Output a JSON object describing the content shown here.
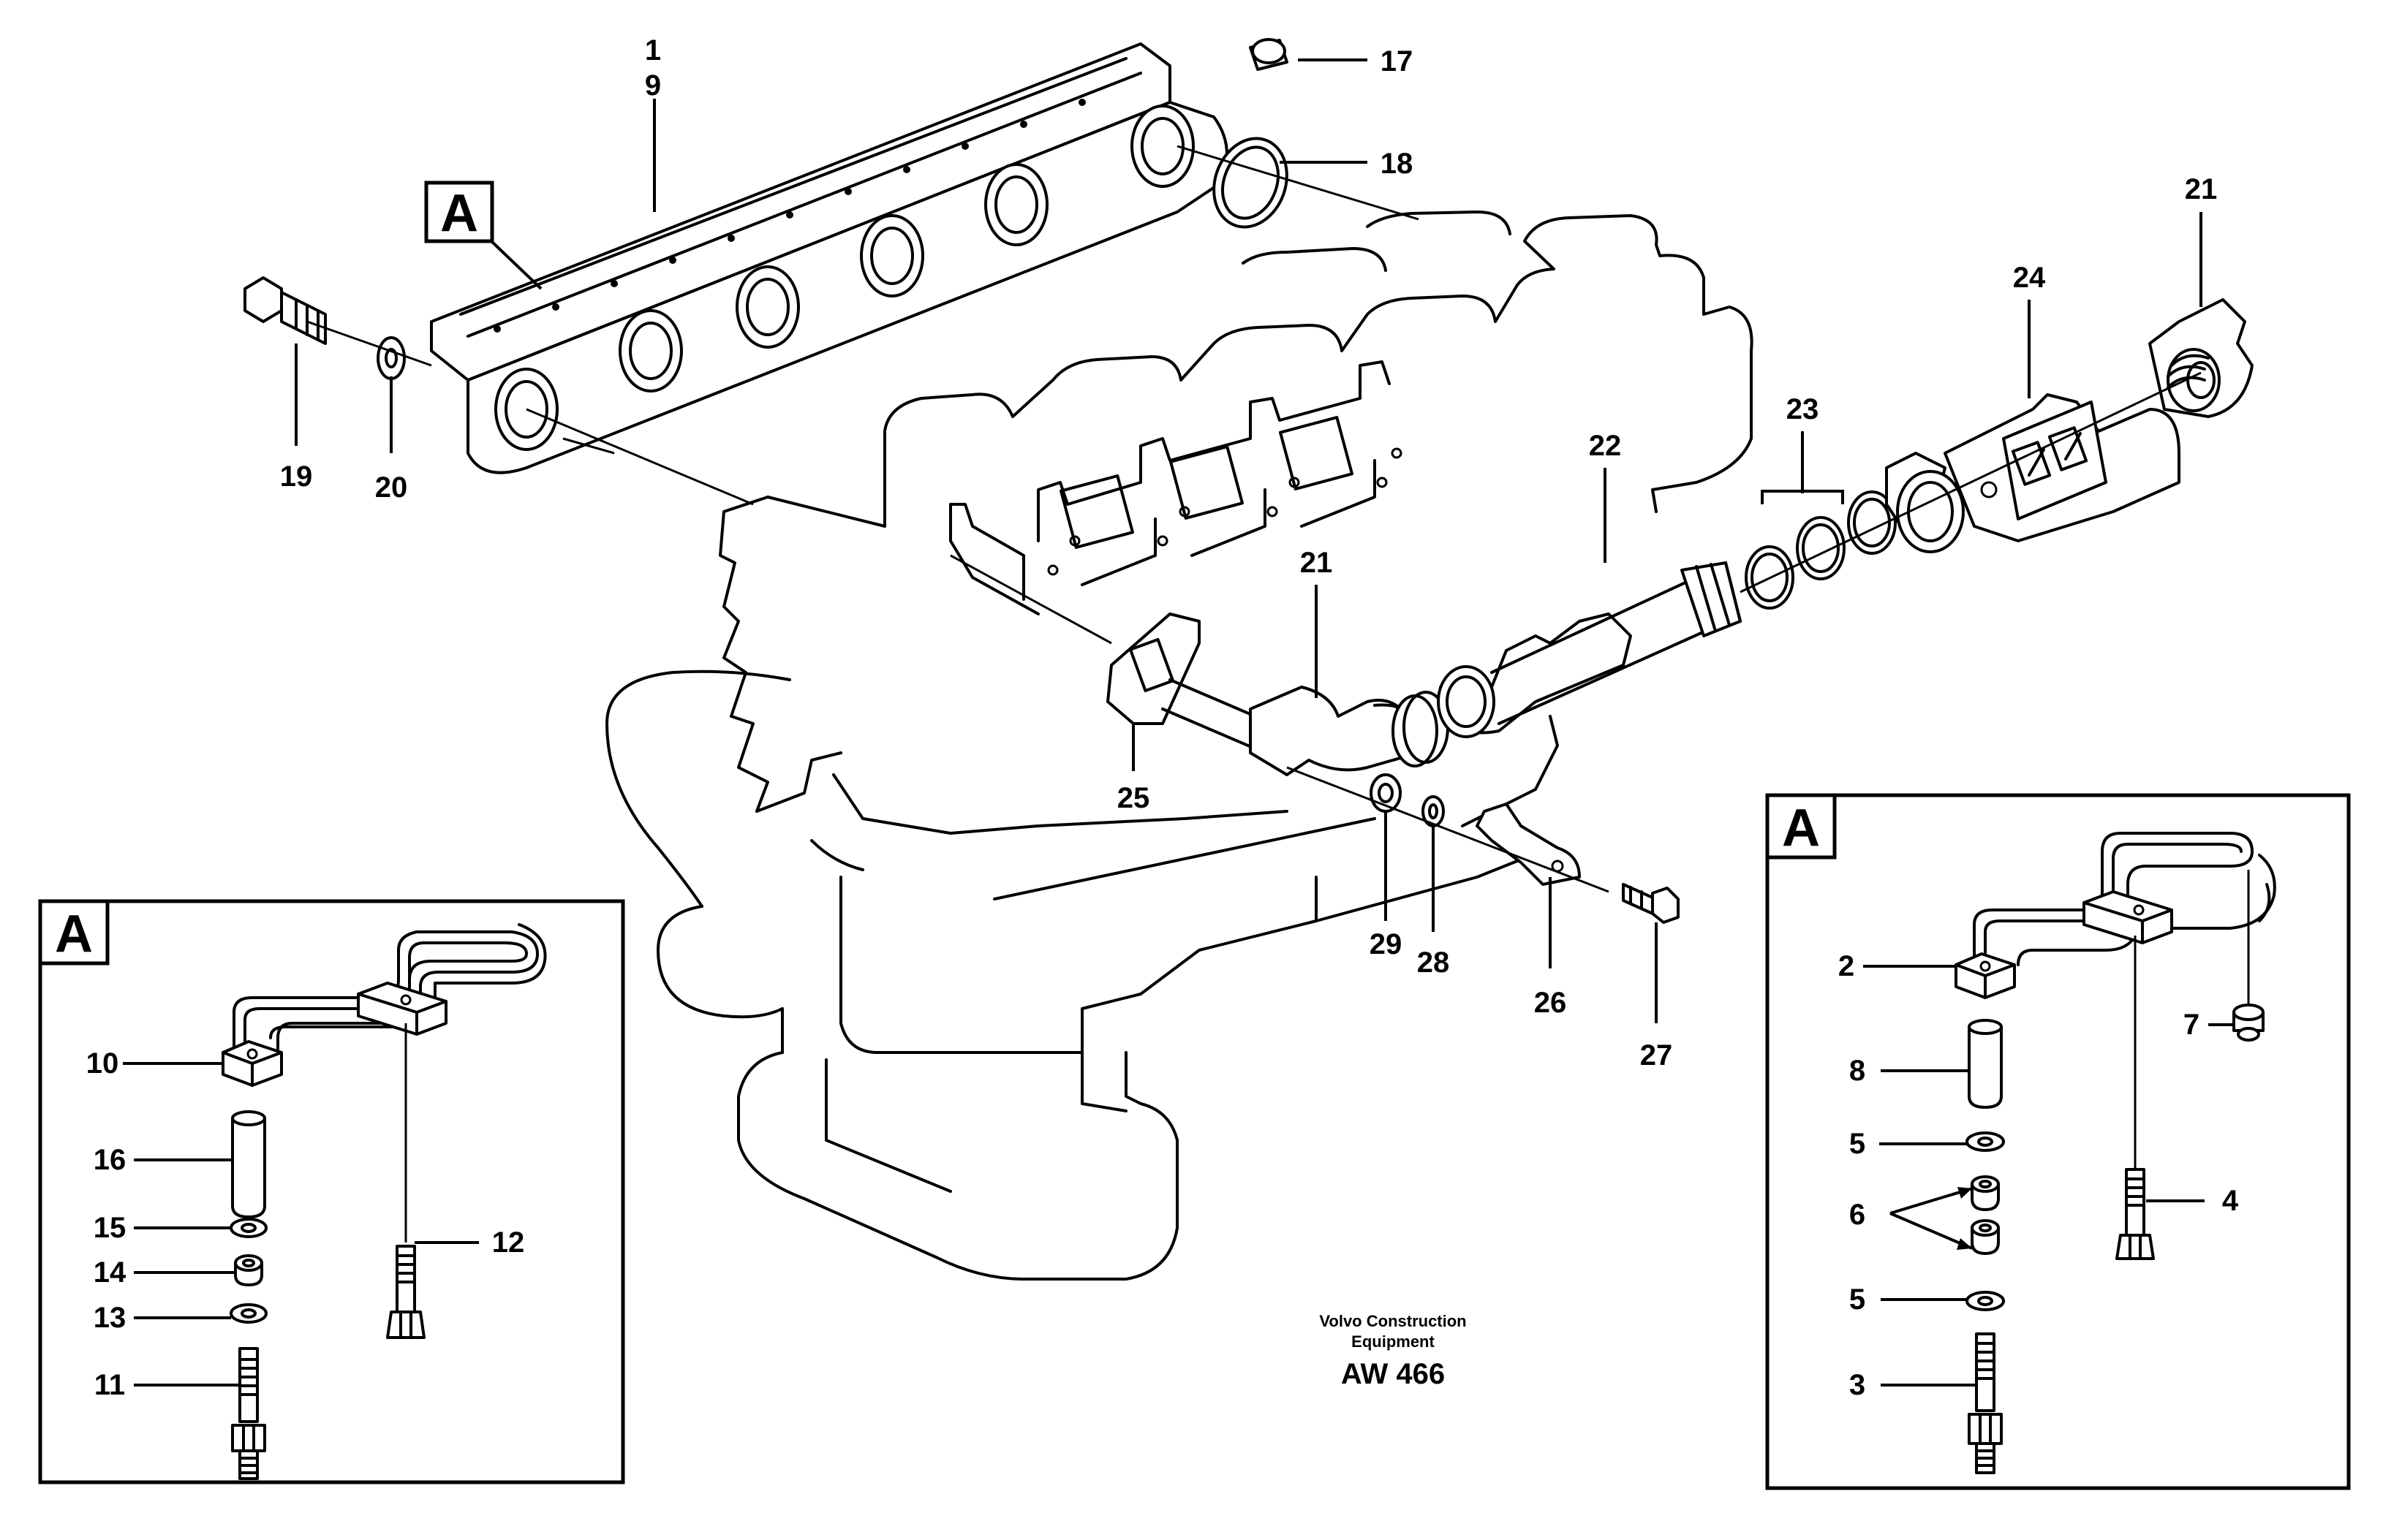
{
  "callouts": {
    "c1": "1",
    "c9": "9",
    "c17": "17",
    "c18": "18",
    "c19": "19",
    "c20": "20",
    "c21a": "21",
    "c21b": "21",
    "c22": "22",
    "c23": "23",
    "c24": "24",
    "c25": "25",
    "c26": "26",
    "c27": "27",
    "c28": "28",
    "c29": "29",
    "l10": "10",
    "l16": "16",
    "l15": "15",
    "l14": "14",
    "l13": "13",
    "l11": "11",
    "l12": "12",
    "r2": "2",
    "r8": "8",
    "r5a": "5",
    "r6": "6",
    "r5b": "5",
    "r3": "3",
    "r7": "7",
    "r4": "4"
  },
  "detail_views": {
    "main": "A",
    "left": "A",
    "right": "A"
  },
  "footer": {
    "credit_line1": "Volvo Construction",
    "credit_line2": "Equipment",
    "doc_id": "AW 466"
  }
}
